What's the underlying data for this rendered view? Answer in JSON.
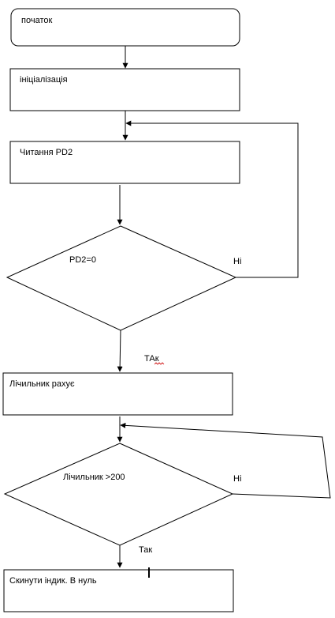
{
  "flowchart": {
    "nodes": [
      {
        "id": "start",
        "shape": "rounded-rect",
        "label": "початок"
      },
      {
        "id": "init",
        "shape": "rect",
        "label": "ініціалізація"
      },
      {
        "id": "read",
        "shape": "rect",
        "label": "Читання PD2"
      },
      {
        "id": "check_pd2",
        "shape": "diamond",
        "label": "PD2=0"
      },
      {
        "id": "count",
        "shape": "rect",
        "label": "Лічильник рахує"
      },
      {
        "id": "check_count",
        "shape": "diamond",
        "label": "Лічильник >200"
      },
      {
        "id": "reset",
        "shape": "rect",
        "label": "Скинути індик. В нуль"
      }
    ],
    "edges": {
      "pd2_no": "Ні",
      "pd2_yes": "ТАк",
      "count_no": "Ні",
      "count_yes": "Так"
    },
    "colors": {
      "stroke": "#000000",
      "fill": "#ffffff",
      "spellcheck_underline": "#cc0000"
    }
  }
}
